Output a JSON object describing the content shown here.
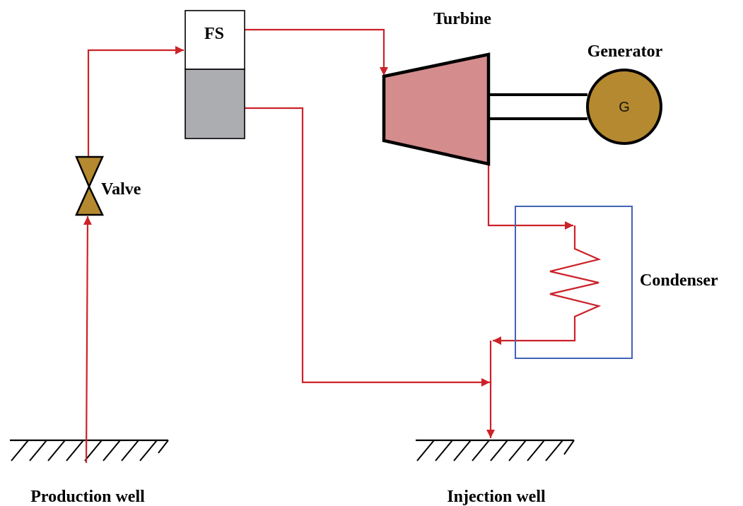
{
  "labels": {
    "turbine": "Turbine",
    "generator": "Generator",
    "generator_symbol": "G",
    "flash_separator": "FS",
    "valve": "Valve",
    "condenser": "Condenser",
    "production_well": "Production well",
    "injection_well": "Injection well"
  },
  "colors": {
    "pipe": "#cc2229",
    "valve": "#b5892f",
    "generator": "#b5892f",
    "turbine": "#d48c8c",
    "separator_liquid": "#abadb0",
    "condenser_border": "#4263b5"
  }
}
